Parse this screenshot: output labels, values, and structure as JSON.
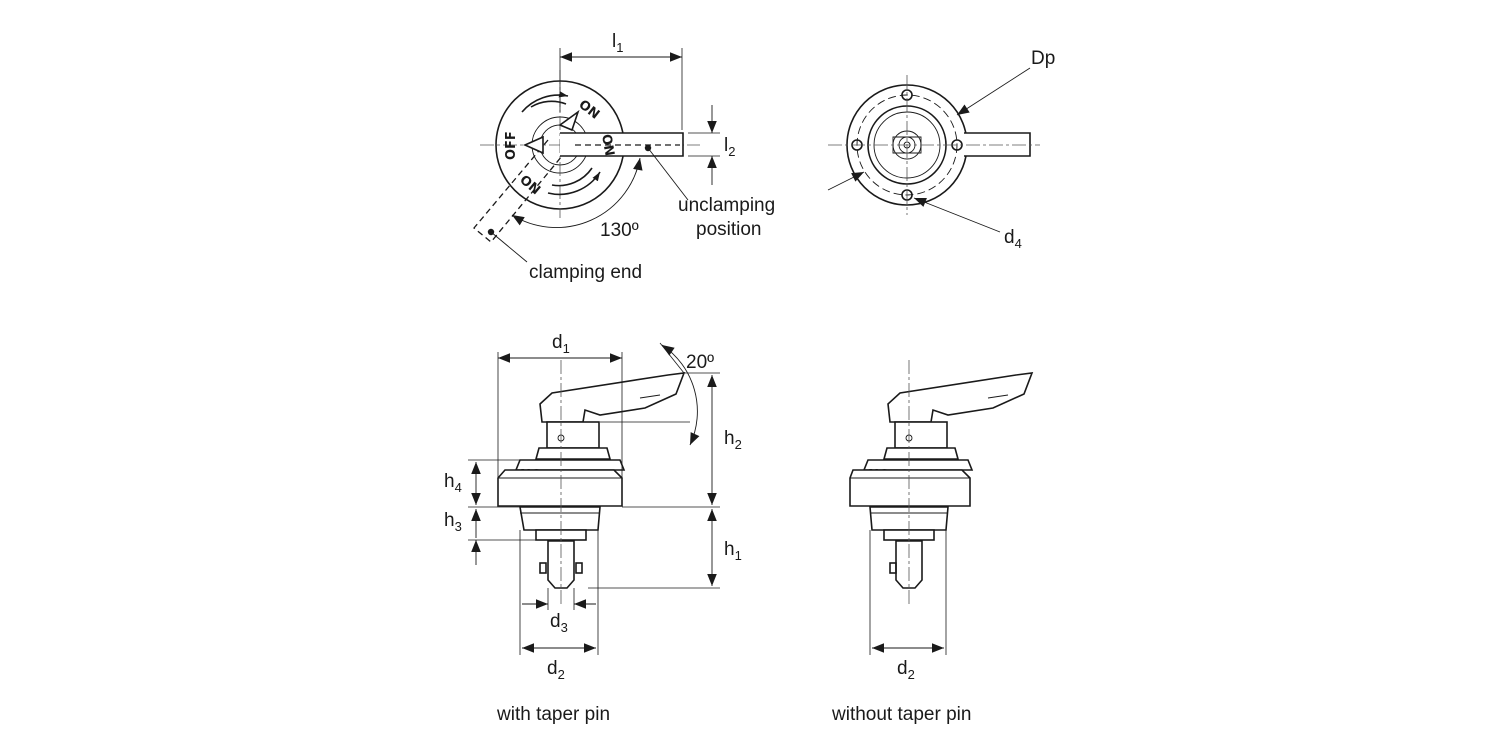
{
  "dimensions": {
    "l1": {
      "main": "l",
      "sub": "1"
    },
    "l2": {
      "main": "l",
      "sub": "2"
    },
    "d1": {
      "main": "d",
      "sub": "1"
    },
    "d2_left": {
      "main": "d",
      "sub": "2"
    },
    "d2_right": {
      "main": "d",
      "sub": "2"
    },
    "d3": {
      "main": "d",
      "sub": "3"
    },
    "d4": {
      "main": "d",
      "sub": "4"
    },
    "h1": {
      "main": "h",
      "sub": "1"
    },
    "h2": {
      "main": "h",
      "sub": "2"
    },
    "h3": {
      "main": "h",
      "sub": "3"
    },
    "h4": {
      "main": "h",
      "sub": "4"
    },
    "dp": "Dp"
  },
  "angles": {
    "swing": "130º",
    "lever_tilt": "20º"
  },
  "callouts": {
    "unclamping_1": "unclamping",
    "unclamping_2": "position",
    "clamping_end": "clamping end"
  },
  "dial_markings": {
    "on_top": "ON",
    "off": "OFF",
    "on_bottom": "ON",
    "on_side": "ON"
  },
  "captions": {
    "with_pin": "with taper pin",
    "without_pin": "without taper pin"
  }
}
